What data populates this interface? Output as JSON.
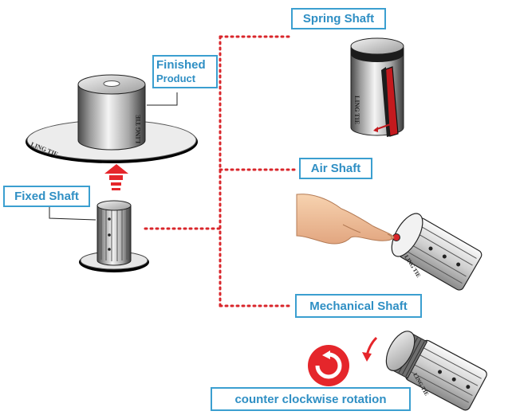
{
  "labels": {
    "spring_shaft": "Spring Shaft",
    "finished_line1": "Finished",
    "finished_line2": "Product",
    "air_shaft": "Air Shaft",
    "fixed_shaft": "Fixed Shaft",
    "mechanical_shaft": "Mechanical Shaft",
    "rotation": "counter clockwise rotation"
  },
  "brand": {
    "disc_text": "LING TIE",
    "product_text": "LING TIE",
    "spring_text": "LING TIE",
    "air_text": "LING TIE",
    "mech_text": "LING TIE"
  },
  "colors": {
    "label_border": "#3b9fd0",
    "label_text": "#2f8fc4",
    "dotted_line": "#d9262b",
    "arrow_red": "#e5262b",
    "spring_slot": "#c41a1e"
  }
}
